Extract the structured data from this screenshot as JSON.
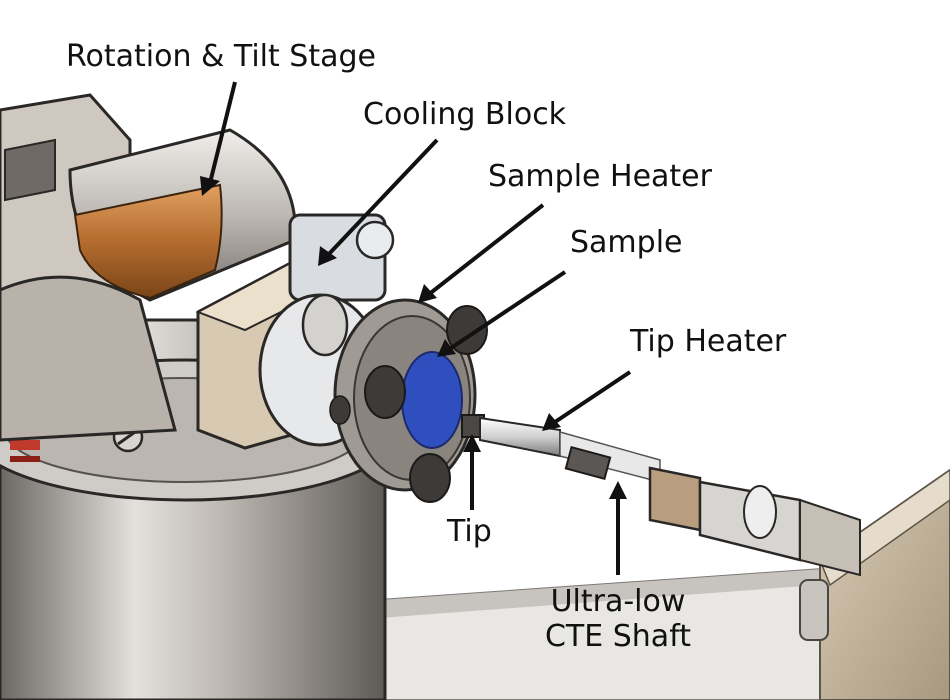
{
  "labels": {
    "rotation_tilt_stage": "Rotation & Tilt Stage",
    "cooling_block": "Cooling Block",
    "sample_heater": "Sample Heater",
    "sample": "Sample",
    "tip_heater": "Tip Heater",
    "tip": "Tip",
    "shaft_line1": "Ultra-low",
    "shaft_line2": "CTE Shaft"
  },
  "colors": {
    "metal_light": "#d9d6d2",
    "metal_mid": "#a9a49e",
    "metal_dark": "#5e5a56",
    "brass": "#c07a3a",
    "sample_blue": "#2f4fbf",
    "housing_beige": "#cfc0a8",
    "outline": "#2a2827"
  }
}
